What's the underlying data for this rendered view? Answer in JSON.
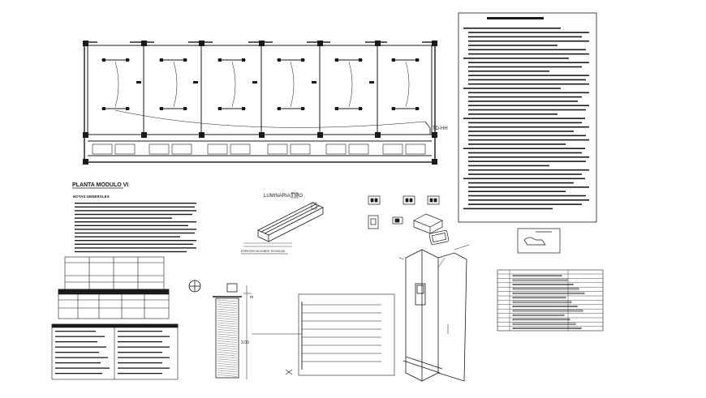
{
  "drawing": {
    "plan_title": "PLANTA MODULO VI",
    "panel_label": "TD-HH",
    "luminaire_title": "LUMINARIA TIPO",
    "luminaire_spec": "ESPECIFICACIONES TECNICAS",
    "general_notes_title": "NOTAS GENERALES",
    "dimension_label": "3.00",
    "scale_unit": "m"
  },
  "colors": {
    "line": "#1a1a1a",
    "paper": "#ffffff"
  }
}
